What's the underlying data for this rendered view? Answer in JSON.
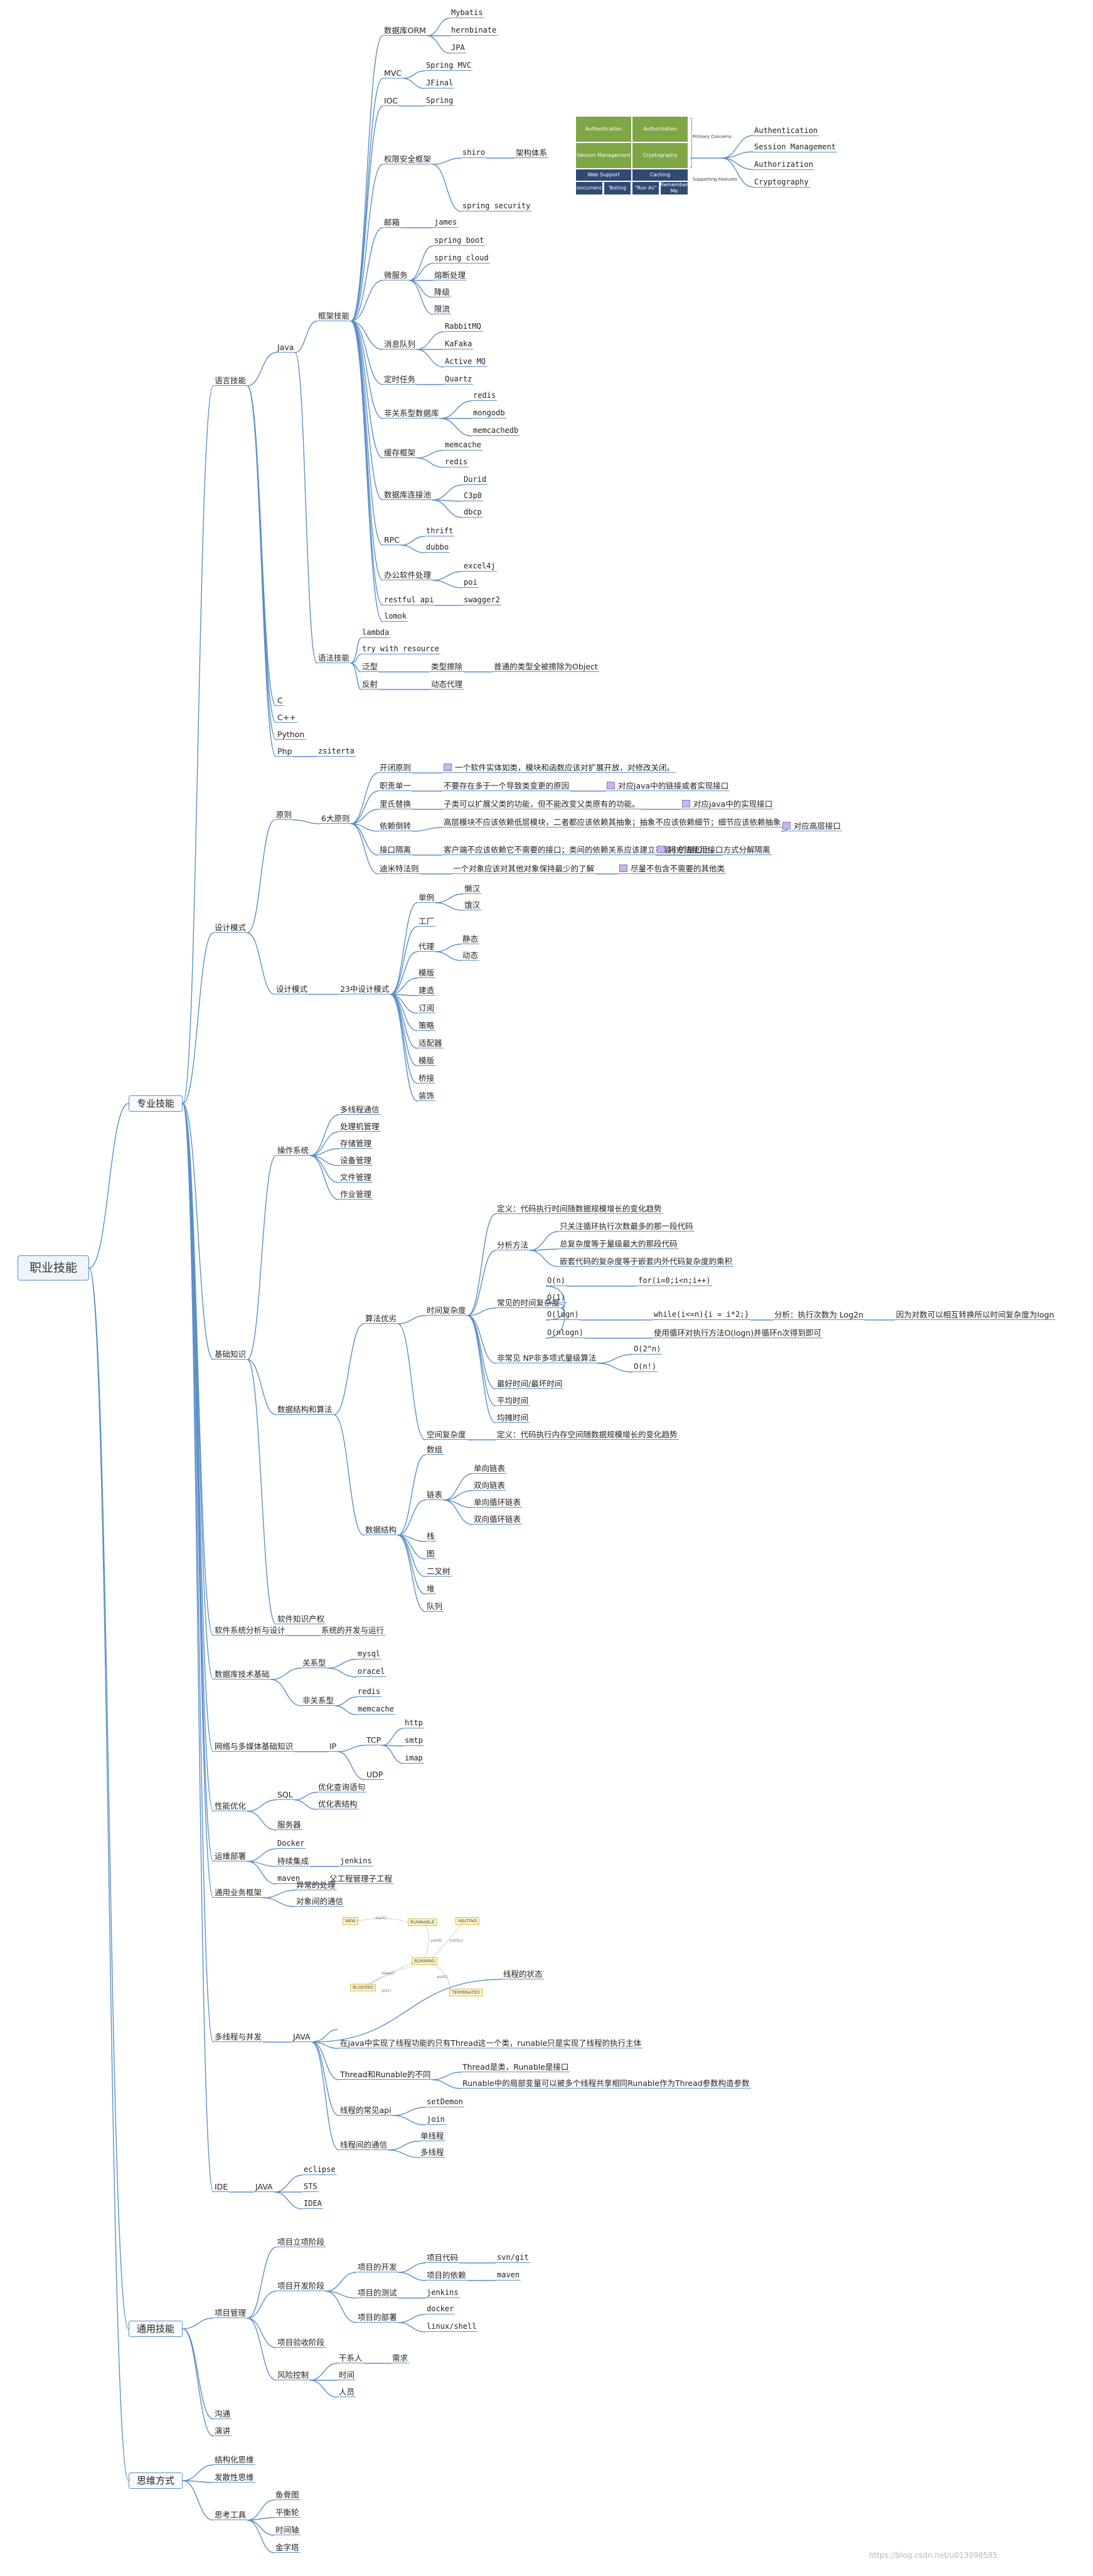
{
  "root": "职业技能",
  "nodes": [
    {
      "id": "prof",
      "text": "专业技能",
      "parent": "root"
    },
    {
      "id": "general",
      "text": "通用技能",
      "parent": "root"
    },
    {
      "id": "think",
      "text": "思维方式",
      "parent": "root"
    },
    {
      "id": "lang",
      "text": "语言技能",
      "parent": "prof"
    },
    {
      "id": "dp",
      "text": "设计模式",
      "parent": "prof"
    },
    {
      "id": "basic",
      "text": "基础知识",
      "parent": "prof"
    },
    {
      "id": "swarch",
      "text": "软件系统分析与设计",
      "parent": "prof"
    },
    {
      "id": "dbtech",
      "text": "数据库技术基础",
      "parent": "prof"
    },
    {
      "id": "net",
      "text": "网络与多媒体基础知识",
      "parent": "prof"
    },
    {
      "id": "perf",
      "text": "性能优化",
      "parent": "prof"
    },
    {
      "id": "ops",
      "text": "运维部署",
      "parent": "prof"
    },
    {
      "id": "bizfw",
      "text": "通用业务框架",
      "parent": "prof"
    },
    {
      "id": "mt",
      "text": "多线程与并发",
      "parent": "prof"
    },
    {
      "id": "ide",
      "text": "IDE",
      "parent": "prof"
    },
    {
      "id": "java",
      "text": "Java",
      "parent": "lang"
    },
    {
      "id": "c",
      "text": "C",
      "parent": "lang"
    },
    {
      "id": "cpp",
      "text": "C++",
      "parent": "lang"
    },
    {
      "id": "py",
      "text": "Python",
      "parent": "lang"
    },
    {
      "id": "php",
      "text": "Php",
      "parent": "lang"
    },
    {
      "id": "zsc",
      "text": "zsiterta",
      "parent": "php"
    },
    {
      "id": "fw",
      "text": "框架技能",
      "parent": "java"
    },
    {
      "id": "syn",
      "text": "语法技能",
      "parent": "java"
    },
    {
      "id": "dbl",
      "text": "数据库ORM",
      "parent": "fw"
    },
    {
      "id": "mybatis",
      "text": "Mybatis",
      "parent": "dbl"
    },
    {
      "id": "hibernate",
      "text": "hernbinate",
      "parent": "dbl"
    },
    {
      "id": "jpa",
      "text": "JPA",
      "parent": "dbl"
    },
    {
      "id": "mvc",
      "text": "MVC",
      "parent": "fw"
    },
    {
      "id": "springmvc",
      "text": "Spring MVC",
      "parent": "mvc"
    },
    {
      "id": "jfinal",
      "text": "JFinal",
      "parent": "mvc"
    },
    {
      "id": "ioc",
      "text": "IOC",
      "parent": "fw"
    },
    {
      "id": "spring",
      "text": "Spring",
      "parent": "ioc"
    },
    {
      "id": "sec",
      "text": "权限安全框架",
      "parent": "fw"
    },
    {
      "id": "shiro",
      "text": "shiro",
      "parent": "sec"
    },
    {
      "id": "shirosys",
      "text": "架构体系",
      "parent": "shiro"
    },
    {
      "id": "ss",
      "text": "spring security",
      "parent": "sec"
    },
    {
      "id": "mail",
      "text": "邮箱",
      "parent": "fw"
    },
    {
      "id": "james",
      "text": "james",
      "parent": "mail"
    },
    {
      "id": "micro",
      "text": "微服务",
      "parent": "fw"
    },
    {
      "id": "sboot",
      "text": "spring boot",
      "parent": "micro"
    },
    {
      "id": "scloud",
      "text": "spring cloud",
      "parent": "micro"
    },
    {
      "id": "breaker",
      "text": "熔断处理",
      "parent": "micro"
    },
    {
      "id": "degrade",
      "text": "降级",
      "parent": "micro"
    },
    {
      "id": "limit",
      "text": "限流",
      "parent": "micro"
    },
    {
      "id": "mq",
      "text": "消息队列",
      "parent": "fw"
    },
    {
      "id": "rabbit",
      "text": "RabbitMQ",
      "parent": "mq"
    },
    {
      "id": "kafka",
      "text": "KaFaka",
      "parent": "mq"
    },
    {
      "id": "activemq",
      "text": "Active MQ",
      "parent": "mq"
    },
    {
      "id": "timer",
      "text": "定时任务",
      "parent": "fw"
    },
    {
      "id": "quartz",
      "text": "Quartz",
      "parent": "timer"
    },
    {
      "id": "nosql",
      "text": "非关系型数据库",
      "parent": "fw"
    },
    {
      "id": "redis1",
      "text": "redis",
      "parent": "nosql"
    },
    {
      "id": "mongo",
      "text": "mongodb",
      "parent": "nosql"
    },
    {
      "id": "memdb",
      "text": "memcachedb",
      "parent": "nosql"
    },
    {
      "id": "cache",
      "text": "缓存框架",
      "parent": "fw"
    },
    {
      "id": "memcache1",
      "text": "memcache",
      "parent": "cache"
    },
    {
      "id": "redis2",
      "text": "redis",
      "parent": "cache"
    },
    {
      "id": "pool",
      "text": "数据库连接池",
      "parent": "fw"
    },
    {
      "id": "druid",
      "text": "Durid",
      "parent": "pool"
    },
    {
      "id": "c3p0",
      "text": "C3p0",
      "parent": "pool"
    },
    {
      "id": "dbcp",
      "text": "dbcp",
      "parent": "pool"
    },
    {
      "id": "rpc",
      "text": "RPC",
      "parent": "fw"
    },
    {
      "id": "thrift",
      "text": "thrift",
      "parent": "rpc"
    },
    {
      "id": "dubbo",
      "text": "dubbo",
      "parent": "rpc"
    },
    {
      "id": "office",
      "text": "办公软件处理",
      "parent": "fw"
    },
    {
      "id": "excel4j",
      "text": "excel4j",
      "parent": "office"
    },
    {
      "id": "poi",
      "text": "poi",
      "parent": "office"
    },
    {
      "id": "restful",
      "text": "restful api",
      "parent": "fw"
    },
    {
      "id": "swagger",
      "text": "swagger2",
      "parent": "restful"
    },
    {
      "id": "lomok",
      "text": "lomok",
      "parent": "fw"
    },
    {
      "id": "lambda",
      "text": "lambda",
      "parent": "syn"
    },
    {
      "id": "twr",
      "text": "try with resource",
      "parent": "syn"
    },
    {
      "id": "generic",
      "text": "泛型",
      "parent": "syn"
    },
    {
      "id": "erase",
      "text": "类型擦除",
      "parent": "generic"
    },
    {
      "id": "erasenote",
      "text": "普通的类型全被擦除为Object",
      "parent": "erase"
    },
    {
      "id": "reflect",
      "text": "反射",
      "parent": "syn"
    },
    {
      "id": "dynproxy",
      "text": "动态代理",
      "parent": "reflect"
    },
    {
      "id": "principle",
      "text": "原则",
      "parent": "dp"
    },
    {
      "id": "six",
      "text": "6大原则",
      "parent": "principle"
    },
    {
      "id": "ocp",
      "text": "开闭原则",
      "parent": "six"
    },
    {
      "id": "ocpn",
      "text": "一个软件实体如类，模块和函数应该对扩展开放，对修改关闭。",
      "parent": "ocp",
      "note": true
    },
    {
      "id": "srp",
      "text": "职责单一",
      "parent": "six"
    },
    {
      "id": "srpn",
      "text": "不要存在多于一个导致类变更的原因",
      "parent": "srp"
    },
    {
      "id": "srpn2",
      "text": "对应java中的链接或者实现接口",
      "parent": "srpn",
      "note": true
    },
    {
      "id": "lsp",
      "text": "里氏替换",
      "parent": "six"
    },
    {
      "id": "lspn",
      "text": "子类可以扩展父类的功能，但不能改变父类原有的功能。",
      "parent": "lsp"
    },
    {
      "id": "lspn2",
      "text": "对应java中的实现接口",
      "parent": "lspn",
      "note": true
    },
    {
      "id": "dip",
      "text": "依赖倒转",
      "parent": "six"
    },
    {
      "id": "dipn",
      "text": "高层模块不应该依赖低层模块，二者都应该依赖其抽象；抽象不应该依赖细节；细节应该依赖抽象",
      "parent": "dip"
    },
    {
      "id": "dipn2",
      "text": "对应高层接口",
      "parent": "dipn",
      "note": true
    },
    {
      "id": "isp",
      "text": "接口隔离",
      "parent": "six"
    },
    {
      "id": "ispn",
      "text": "客户端不应该依赖它不需要的接口；类间的依赖关系应该建立在最小的接口上。",
      "parent": "isp"
    },
    {
      "id": "ispn2",
      "text": "将方法使用接口方式分解隔离",
      "parent": "ispn",
      "note": true
    },
    {
      "id": "lod",
      "text": "迪米特法则",
      "parent": "six"
    },
    {
      "id": "lodn",
      "text": "一个对象应该对其他对象保持最少的了解",
      "parent": "lod"
    },
    {
      "id": "lodn2",
      "text": "尽量不包含不需要的其他类",
      "parent": "lodn",
      "note": true
    },
    {
      "id": "dpm",
      "text": "设计模式",
      "parent": "dp"
    },
    {
      "id": "d23",
      "text": "23中设计模式",
      "parent": "dpm"
    },
    {
      "id": "singleton",
      "text": "单例",
      "parent": "d23"
    },
    {
      "id": "lazy",
      "text": "懒汉",
      "parent": "singleton"
    },
    {
      "id": "hungry",
      "text": "饿汉",
      "parent": "singleton"
    },
    {
      "id": "factory",
      "text": "工厂",
      "parent": "d23"
    },
    {
      "id": "proxy",
      "text": "代理",
      "parent": "d23"
    },
    {
      "id": "static",
      "text": "静态",
      "parent": "proxy"
    },
    {
      "id": "dynamic",
      "text": "动态",
      "parent": "proxy"
    },
    {
      "id": "template",
      "text": "模版",
      "parent": "d23"
    },
    {
      "id": "builder",
      "text": "建造",
      "parent": "d23"
    },
    {
      "id": "observer",
      "text": "订阅",
      "parent": "d23"
    },
    {
      "id": "strategy",
      "text": "策略",
      "parent": "d23"
    },
    {
      "id": "adapter",
      "text": "适配器",
      "parent": "d23"
    },
    {
      "id": "decorator",
      "text": "模版",
      "parent": "d23"
    },
    {
      "id": "bridge",
      "text": "桥接",
      "parent": "d23"
    },
    {
      "id": "wrap",
      "text": "装饰",
      "parent": "d23"
    },
    {
      "id": "os",
      "text": "操作系统",
      "parent": "basic"
    },
    {
      "id": "osmt",
      "text": "多线程通信",
      "parent": "os"
    },
    {
      "id": "osproc",
      "text": "处理机管理",
      "parent": "os"
    },
    {
      "id": "osmem",
      "text": "存储管理",
      "parent": "os"
    },
    {
      "id": "osdev",
      "text": "设备管理",
      "parent": "os"
    },
    {
      "id": "osfile",
      "text": "文件管理",
      "parent": "os"
    },
    {
      "id": "osjob",
      "text": "作业管理",
      "parent": "os"
    },
    {
      "id": "dsa",
      "text": "数据结构和算法",
      "parent": "basic"
    },
    {
      "id": "algo",
      "text": "算法优劣",
      "parent": "dsa"
    },
    {
      "id": "timec",
      "text": "时间复杂度",
      "parent": "algo"
    },
    {
      "id": "tdef",
      "text": "定义：代码执行时间随数据规模增长的变化趋势",
      "parent": "timec"
    },
    {
      "id": "tana",
      "text": "分析方法",
      "parent": "timec"
    },
    {
      "id": "tana1",
      "text": "只关注循环执行次数最多的那一段代码",
      "parent": "tana"
    },
    {
      "id": "tana2",
      "text": "总复杂度等于量级最大的那段代码",
      "parent": "tana"
    },
    {
      "id": "tana3",
      "text": "嵌套代码的复杂度等于嵌套内外代码复杂度的乘积",
      "parent": "tana"
    },
    {
      "id": "tcommon",
      "text": "常见的时间复杂度",
      "parent": "timec"
    },
    {
      "id": "on",
      "text": "O(n)",
      "parent": "tcommon"
    },
    {
      "id": "onn",
      "text": "for(i=0;i<n;i++)",
      "parent": "on"
    },
    {
      "id": "o1",
      "text": "O(1)",
      "parent": "tcommon"
    },
    {
      "id": "ologn",
      "text": "O(logn)",
      "parent": "tcommon"
    },
    {
      "id": "ologn1",
      "text": "while(i<=n){i = i*2;}",
      "parent": "ologn"
    },
    {
      "id": "ologn2",
      "text": "分析：执行次数为 Log2n",
      "parent": "ologn1"
    },
    {
      "id": "ologn3",
      "text": "因为对数可以相互转换所以时间复杂度为logn",
      "parent": "ologn2"
    },
    {
      "id": "onlogn",
      "text": "O(nlogn)",
      "parent": "tcommon"
    },
    {
      "id": "onlogn1",
      "text": "使用循环对执行方法O(logn)并循环n次得到即可",
      "parent": "onlogn"
    },
    {
      "id": "tnonpoly",
      "text": "非常见 NP非多项式量级算法",
      "parent": "timec"
    },
    {
      "id": "o2n",
      "text": "O(2^n)",
      "parent": "tnonpoly"
    },
    {
      "id": "onf",
      "text": "O(n!)",
      "parent": "tnonpoly"
    },
    {
      "id": "tbest",
      "text": "最好时间/最坏时间",
      "parent": "timec"
    },
    {
      "id": "tavg",
      "text": "平均时间",
      "parent": "timec"
    },
    {
      "id": "tamort",
      "text": "均摊时间",
      "parent": "timec"
    },
    {
      "id": "spacec",
      "text": "空间复杂度",
      "parent": "algo"
    },
    {
      "id": "sdef",
      "text": "定义：代码执行内存空间随数据规模增长的变化趋势",
      "parent": "spacec"
    },
    {
      "id": "ds",
      "text": "数据结构",
      "parent": "dsa"
    },
    {
      "id": "arr",
      "text": "数组",
      "parent": "ds"
    },
    {
      "id": "list",
      "text": "链表",
      "parent": "ds"
    },
    {
      "id": "list1",
      "text": "单向链表",
      "parent": "list"
    },
    {
      "id": "list2",
      "text": "双向链表",
      "parent": "list"
    },
    {
      "id": "list3",
      "text": "单向循环链表",
      "parent": "list"
    },
    {
      "id": "list4",
      "text": "双向循环链表",
      "parent": "list"
    },
    {
      "id": "stack",
      "text": "栈",
      "parent": "ds"
    },
    {
      "id": "graph",
      "text": "图",
      "parent": "ds"
    },
    {
      "id": "btree",
      "text": "二叉树",
      "parent": "ds"
    },
    {
      "id": "heap",
      "text": "堆",
      "parent": "ds"
    },
    {
      "id": "queue",
      "text": "队列",
      "parent": "ds"
    },
    {
      "id": "ip",
      "text": "软件知识产权",
      "parent": "basic"
    },
    {
      "id": "swarch1",
      "text": "系统的开发与运行",
      "parent": "swarch"
    },
    {
      "id": "rel",
      "text": "关系型",
      "parent": "dbtech"
    },
    {
      "id": "mysql",
      "text": "mysql",
      "parent": "rel"
    },
    {
      "id": "oracle",
      "text": "oracel",
      "parent": "rel"
    },
    {
      "id": "nonrel",
      "text": "非关系型",
      "parent": "dbtech"
    },
    {
      "id": "redis3",
      "text": "redis",
      "parent": "nonrel"
    },
    {
      "id": "memcache2",
      "text": "memcache",
      "parent": "nonrel"
    },
    {
      "id": "ipn",
      "text": "IP",
      "parent": "net"
    },
    {
      "id": "tcp",
      "text": "TCP",
      "parent": "ipn"
    },
    {
      "id": "http",
      "text": "http",
      "parent": "tcp"
    },
    {
      "id": "smtp",
      "text": "smtp",
      "parent": "tcp"
    },
    {
      "id": "imap",
      "text": "imap",
      "parent": "tcp"
    },
    {
      "id": "udp",
      "text": "UDP",
      "parent": "ipn"
    },
    {
      "id": "sql",
      "text": "SQL",
      "parent": "perf"
    },
    {
      "id": "sql1",
      "text": "优化查询语句",
      "parent": "sql"
    },
    {
      "id": "sql2",
      "text": "优化表结构",
      "parent": "sql"
    },
    {
      "id": "server",
      "text": "服务器",
      "parent": "perf"
    },
    {
      "id": "docker1",
      "text": "Docker",
      "parent": "ops"
    },
    {
      "id": "ci",
      "text": "持续集成",
      "parent": "ops"
    },
    {
      "id": "jenkins1",
      "text": "jenkins",
      "parent": "ci"
    },
    {
      "id": "maven1",
      "text": "maven",
      "parent": "ops"
    },
    {
      "id": "maven1n",
      "text": "父工程管理子工程",
      "parent": "maven1"
    },
    {
      "id": "exc",
      "text": "异常的处理",
      "parent": "bizfw"
    },
    {
      "id": "objcom",
      "text": "对象间的通信",
      "parent": "bizfw"
    },
    {
      "id": "javamt",
      "text": "JAVA",
      "parent": "mt"
    },
    {
      "id": "tstate",
      "text": "线程的状态",
      "parent": "javamt"
    },
    {
      "id": "tdiff",
      "text": "在java中实现了线程功能的只有Thread这一个类，runable只是实现了线程的执行主体",
      "parent": "javamt"
    },
    {
      "id": "trdiff",
      "text": "Thread和Runable的不同",
      "parent": "javamt"
    },
    {
      "id": "trd1",
      "text": "Thread是类，Runable是接口",
      "parent": "trdiff"
    },
    {
      "id": "trd2",
      "text": "Runable中的局部变量可以被多个线程共享相同Runable作为Thread参数构造参数",
      "parent": "trdiff"
    },
    {
      "id": "tapi",
      "text": "线程的常见api",
      "parent": "javamt"
    },
    {
      "id": "daemon",
      "text": "setDemon",
      "parent": "tapi"
    },
    {
      "id": "join",
      "text": "join",
      "parent": "tapi"
    },
    {
      "id": "tcomm",
      "text": "线程间的通信",
      "parent": "javamt"
    },
    {
      "id": "tc1",
      "text": "单线程",
      "parent": "tcomm"
    },
    {
      "id": "tc2",
      "text": "多线程",
      "parent": "tcomm"
    },
    {
      "id": "javaide",
      "text": "JAVA",
      "parent": "ide"
    },
    {
      "id": "eclipse",
      "text": "eclipse",
      "parent": "javaide"
    },
    {
      "id": "sts",
      "text": "STS",
      "parent": "javaide"
    },
    {
      "id": "idea",
      "text": "IDEA",
      "parent": "javaide"
    },
    {
      "id": "pm",
      "text": "项目管理",
      "parent": "general"
    },
    {
      "id": "pm1",
      "text": "项目立项阶段",
      "parent": "pm"
    },
    {
      "id": "pm2",
      "text": "项目开发阶段",
      "parent": "pm"
    },
    {
      "id": "pdev",
      "text": "项目的开发",
      "parent": "pm2"
    },
    {
      "id": "pcode",
      "text": "项目代码",
      "parent": "pdev"
    },
    {
      "id": "svn",
      "text": "svn/git",
      "parent": "pcode"
    },
    {
      "id": "pdep",
      "text": "项目的依赖",
      "parent": "pdev"
    },
    {
      "id": "maven2",
      "text": "maven",
      "parent": "pdep"
    },
    {
      "id": "ptest",
      "text": "项目的测试",
      "parent": "pm2"
    },
    {
      "id": "jenkins2",
      "text": "jenkins",
      "parent": "ptest"
    },
    {
      "id": "pdeploy",
      "text": "项目的部署",
      "parent": "pm2"
    },
    {
      "id": "docker2",
      "text": "docker",
      "parent": "pdeploy"
    },
    {
      "id": "linux",
      "text": "linux/shell",
      "parent": "pdeploy"
    },
    {
      "id": "pm3",
      "text": "项目验收阶段",
      "parent": "pm"
    },
    {
      "id": "risk",
      "text": "风险控制",
      "parent": "pm"
    },
    {
      "id": "party",
      "text": "干系人",
      "parent": "risk"
    },
    {
      "id": "demand",
      "text": "需求",
      "parent": "party"
    },
    {
      "id": "time",
      "text": "时间",
      "parent": "risk"
    },
    {
      "id": "people",
      "text": "人员",
      "parent": "risk"
    },
    {
      "id": "comm",
      "text": "沟通",
      "parent": "general"
    },
    {
      "id": "speech",
      "text": "演讲",
      "parent": "general"
    },
    {
      "id": "struct",
      "text": "结构化思维",
      "parent": "think"
    },
    {
      "id": "diverge",
      "text": "发散性思维",
      "parent": "think"
    },
    {
      "id": "tools",
      "text": "思考工具",
      "parent": "think"
    },
    {
      "id": "fish",
      "text": "鱼骨图",
      "parent": "tools"
    },
    {
      "id": "wheel",
      "text": "平衡轮",
      "parent": "tools"
    },
    {
      "id": "timeline",
      "text": "时间轴",
      "parent": "tools"
    },
    {
      "id": "pyramid",
      "text": "金字塔",
      "parent": "tools"
    }
  ],
  "shiro_diagram": {
    "blocks": [
      "Authentication",
      "Authorization",
      "Session Management",
      "Cryptography",
      "Web Support",
      "Caching",
      "Concurrency",
      "Testing",
      "\"Run As\"",
      "Remember Me"
    ],
    "legend": [
      "Primary Concerns",
      "Supporting Features"
    ],
    "concerns": [
      "Authentication",
      "Session Management",
      "Authorization",
      "Cryptography"
    ]
  },
  "thread_diagram": {
    "states": [
      "NEW",
      "RUNNABLE",
      "RUNNING",
      "BLOCKED",
      "TERMINATED",
      "WAITING"
    ],
    "labels": [
      "start()",
      "yield()",
      "sleep()",
      "wait()",
      "notify()",
      "join()"
    ]
  },
  "watermark": "https://blog.csdn.net/u013098585"
}
